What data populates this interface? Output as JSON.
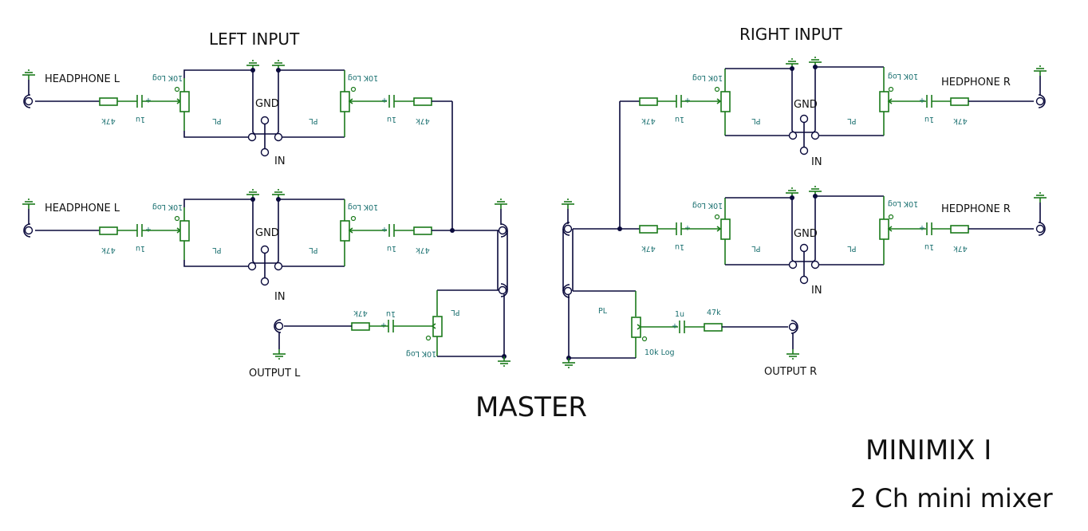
{
  "titles": {
    "left_input": "LEFT INPUT",
    "right_input": "RIGHT INPUT",
    "master": "MASTER",
    "product": "MINIMIX I",
    "subtitle": "2 Ch mini mixer"
  },
  "labels": {
    "headphone_left": "HEADPHONE L",
    "headphone_right": "HEDPHONE R",
    "output_left": "OUTPUT L",
    "output_right": "OUTPUT R",
    "gnd": "GND",
    "in": "IN"
  },
  "components": {
    "resistor": "47k",
    "capacitor": "1u",
    "capacitor_polarity": "+",
    "pot": "10K Log",
    "pot_master_right": "10k Log",
    "pot_type": "PL"
  },
  "colors": {
    "wire": "#0a0a3c",
    "component": "#1a7a1a",
    "component_label": "#1a7070",
    "text": "#111111"
  }
}
